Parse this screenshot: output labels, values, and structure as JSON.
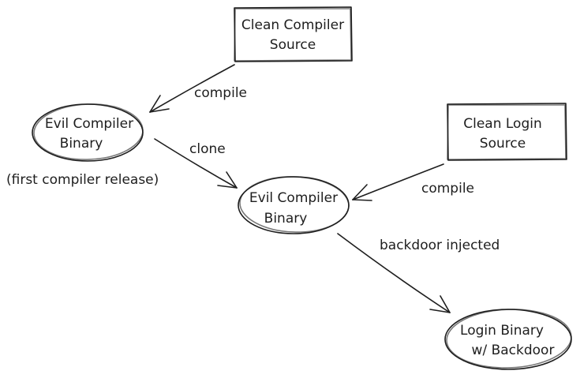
{
  "diagram": {
    "nodes": {
      "clean_compiler_source": [
        "Clean Compiler",
        "Source"
      ],
      "evil_compiler_binary_1": [
        "Evil Compiler",
        "Binary"
      ],
      "evil_compiler_binary_2": [
        "Evil Compiler",
        "Binary"
      ],
      "clean_login_source": [
        "Clean Login",
        "Source"
      ],
      "login_binary_backdoor": [
        "Login Binary",
        "w/ Backdoor"
      ]
    },
    "annotations": {
      "first_release": "(first compiler release)"
    },
    "edges": {
      "compile_1": "compile",
      "clone": "clone",
      "compile_2": "compile",
      "backdoor_injected": "backdoor injected"
    }
  }
}
